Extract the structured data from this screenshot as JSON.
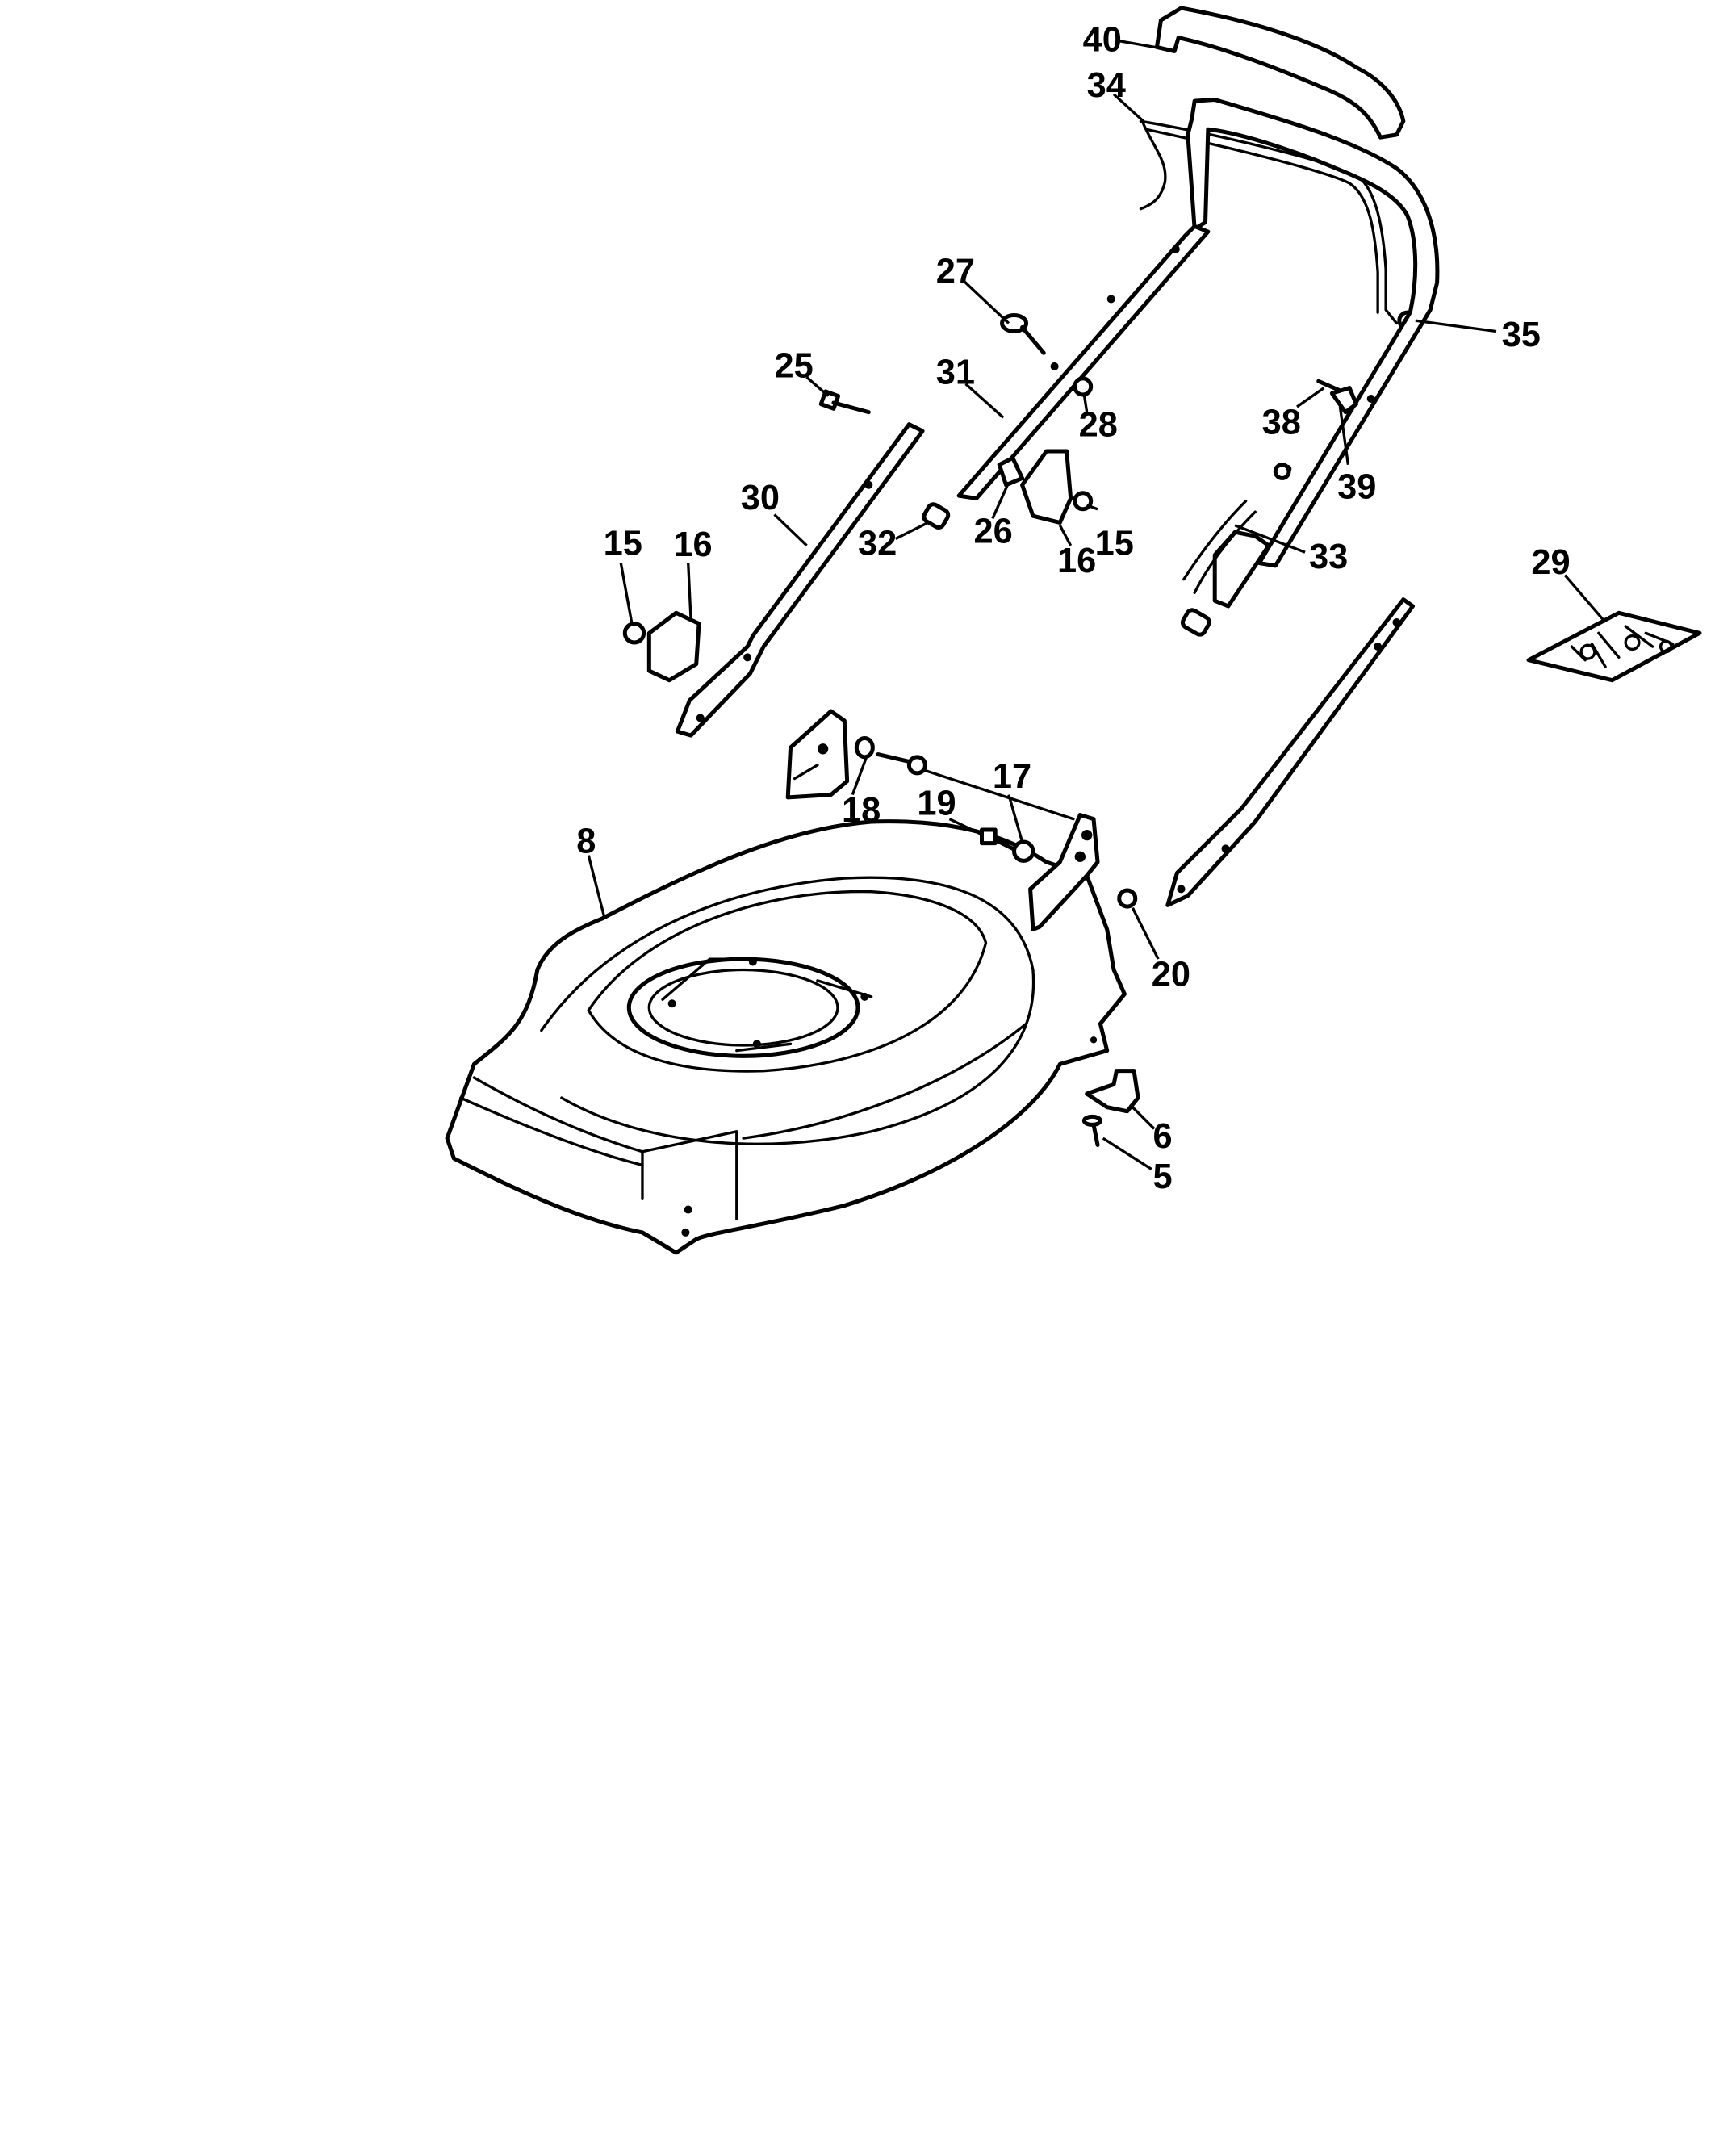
{
  "callouts": [
    {
      "id": "c40",
      "label": "40"
    },
    {
      "id": "c34",
      "label": "34"
    },
    {
      "id": "c27",
      "label": "27"
    },
    {
      "id": "c35",
      "label": "35"
    },
    {
      "id": "c25",
      "label": "25"
    },
    {
      "id": "c31",
      "label": "31"
    },
    {
      "id": "c28",
      "label": "28"
    },
    {
      "id": "c38",
      "label": "38"
    },
    {
      "id": "c39",
      "label": "39"
    },
    {
      "id": "c30",
      "label": "30"
    },
    {
      "id": "c32",
      "label": "32"
    },
    {
      "id": "c26",
      "label": "26"
    },
    {
      "id": "c16a",
      "label": "16"
    },
    {
      "id": "c15a",
      "label": "15"
    },
    {
      "id": "c33",
      "label": "33"
    },
    {
      "id": "c15b",
      "label": "15"
    },
    {
      "id": "c16b",
      "label": "16"
    },
    {
      "id": "c29",
      "label": "29"
    },
    {
      "id": "c18",
      "label": "18"
    },
    {
      "id": "c17",
      "label": "17"
    },
    {
      "id": "c19",
      "label": "19"
    },
    {
      "id": "c8",
      "label": "8"
    },
    {
      "id": "c20",
      "label": "20"
    },
    {
      "id": "c6",
      "label": "6"
    },
    {
      "id": "c5",
      "label": "5"
    }
  ]
}
